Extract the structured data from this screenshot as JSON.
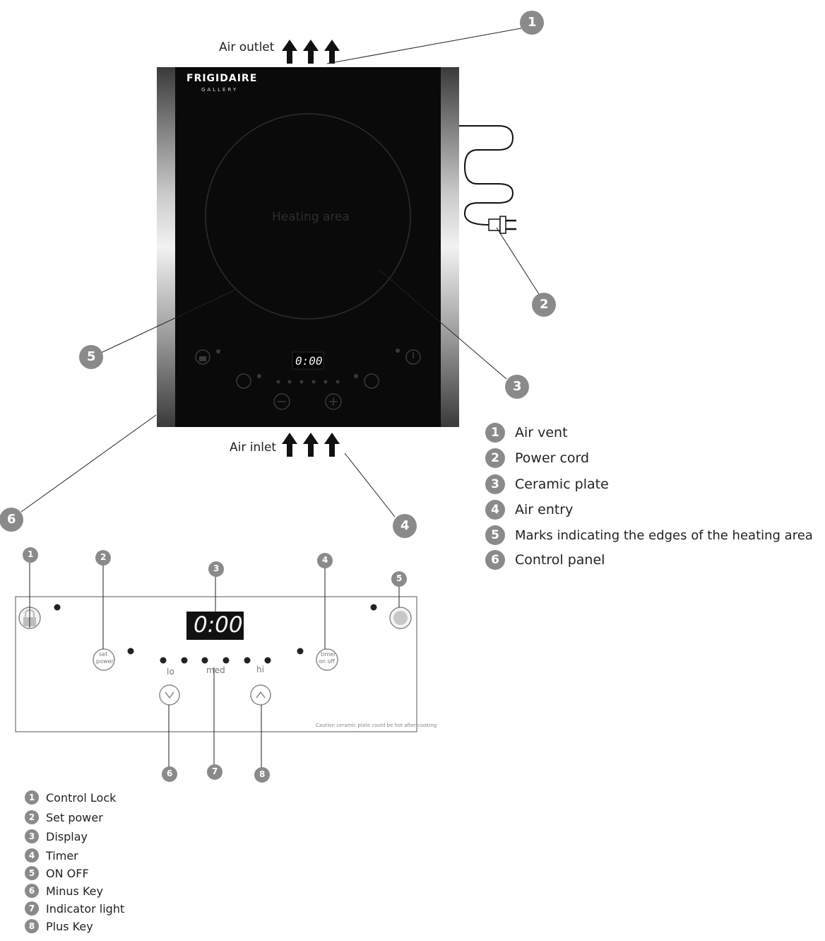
{
  "labels": {
    "air_outlet": "Air outlet",
    "air_inlet": "Air inlet",
    "heating_area": "Heating area"
  },
  "brand": {
    "name": "FRIGIDAIRE",
    "sub": "GALLERY"
  },
  "display_value": "0:00",
  "panel_texts": {
    "set": "set",
    "power": "power",
    "timer": "timer",
    "on_off": "on off",
    "lo": "lo",
    "med": "med",
    "hi": "hi",
    "caution": "Caution ceramic plate could be hot after cooking"
  },
  "callouts_top": [
    "1",
    "2",
    "3",
    "4",
    "5",
    "6"
  ],
  "callouts_panel": [
    "1",
    "2",
    "3",
    "4",
    "5",
    "6",
    "7",
    "8"
  ],
  "legend_top": [
    {
      "num": "1",
      "text": "Air vent"
    },
    {
      "num": "2",
      "text": "Power cord"
    },
    {
      "num": "3",
      "text": "Ceramic plate"
    },
    {
      "num": "4",
      "text": "Air entry"
    },
    {
      "num": "5",
      "text": "Marks indicating the edges of the heating area"
    },
    {
      "num": "6",
      "text": "Control panel"
    }
  ],
  "legend_panel": [
    {
      "num": "1",
      "text": "Control Lock"
    },
    {
      "num": "2",
      "text": "Set power"
    },
    {
      "num": "3",
      "text": "Display"
    },
    {
      "num": "4",
      "text": "Timer"
    },
    {
      "num": "5",
      "text": "ON OFF"
    },
    {
      "num": "6",
      "text": "Minus Key"
    },
    {
      "num": "7",
      "text": "Indicator light"
    },
    {
      "num": "8",
      "text": "Plus Key"
    }
  ],
  "colors": {
    "callout": "#8a8a8a",
    "cooktop": "#0a0a0a",
    "frame": "#6f6f6f"
  }
}
